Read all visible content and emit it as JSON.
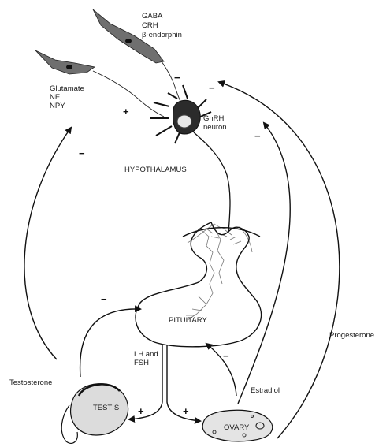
{
  "labels": {
    "gaba": "GABA",
    "crh": "CRH",
    "beta_endorphin": "β-endorphin",
    "glutamate": "Glutamate",
    "ne": "NE",
    "npy": "NPY",
    "gnrh_1": "GnRH",
    "gnrh_2": "neuron",
    "hypothalamus": "HYPOTHALAMUS",
    "pituitary": "PITUITARY",
    "lh_and": "LH and",
    "fsh": "FSH",
    "testosterone": "Testosterone",
    "estradiol": "Estradiol",
    "progesterone": "Progesterone",
    "testis": "TESTIS",
    "ovary": "OVARY"
  },
  "signs": {
    "glutamate_plus": "+",
    "gaba_minus": "−",
    "progesterone_minus": "−",
    "estradiol_hypo_minus": "−",
    "testosterone_hypo_minus": "−",
    "testosterone_pit_minus": "−",
    "estradiol_pit_minus": "−",
    "testis_plus": "+",
    "ovary_plus": "+"
  }
}
